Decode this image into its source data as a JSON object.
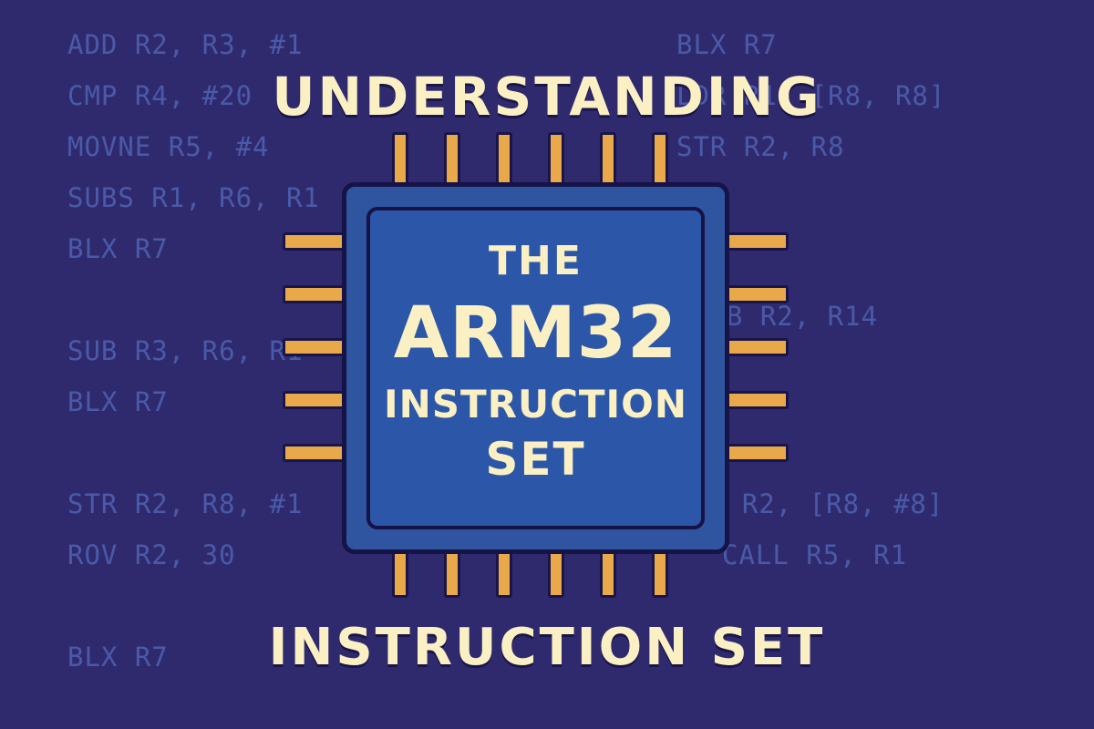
{
  "background_code": {
    "left": [
      "ADD R2, R3, #1",
      "CMP R4, #20",
      "MOVNE R5, #4",
      "SUBS R1, R6, R1",
      "BLX R7",
      "SUB R3, R6, R1",
      "BLX R7",
      "STR R2, R8, #1",
      "ROV R2, 30",
      "BLX R7"
    ],
    "right": [
      "BLX R7",
      "LDR R1, [R8, R8]",
      "STR R2, R8",
      "SUB R2, R14",
      "LDR R2, [R8, #8]",
      "CALL R5, R1"
    ]
  },
  "headline": {
    "top": "UNDERSTANDING",
    "bottom": "INSTRUCTION SET"
  },
  "chip": {
    "line1": "THE",
    "line2": "ARM32",
    "line3": "INSTRUCTION",
    "line4": "SET"
  },
  "colors": {
    "background": "#2f2a6e",
    "code_text": "#4a5aa8",
    "headline_text": "#fbf0c4",
    "chip_body": "#2f55a0",
    "chip_pins": "#e9a94a",
    "outline": "#161347"
  }
}
